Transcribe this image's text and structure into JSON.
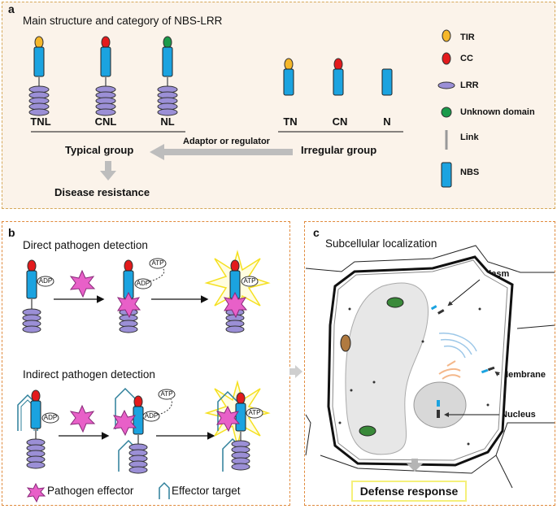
{
  "panel_a": {
    "tag": "a",
    "title": "Main structure and category of NBS-LRR",
    "typical_labels": [
      "TNL",
      "CNL",
      "NL"
    ],
    "irregular_labels": [
      "TN",
      "CN",
      "N"
    ],
    "typical_group": "Typical group",
    "irregular_group": "Irregular group",
    "arrow_label": "Adaptor or regulator",
    "disease_resistance": "Disease resistance",
    "legend": {
      "tir": "TIR",
      "cc": "CC",
      "lrr": "LRR",
      "unknown": "Unknown domain",
      "link": "Link",
      "nbs": "NBS"
    }
  },
  "panel_b": {
    "tag": "b",
    "direct_title": "Direct pathogen detection",
    "indirect_title": "Indirect pathogen detection",
    "adp": "ADP",
    "atp": "ATP",
    "pathogen_effector": "Pathogen effector",
    "effector_target": "Effector target"
  },
  "panel_c": {
    "tag": "c",
    "title": "Subcellular localization",
    "cytoplasm": "Cytoplasm",
    "membrane": "Membrane",
    "nucleus": "Nucleus",
    "defense_response": "Defense response"
  },
  "colors": {
    "tir": "#f5b72a",
    "cc": "#e31a1c",
    "unknown": "#1a9a4a",
    "nbs": "#1ba3e0",
    "lrr": "#9b8fd6",
    "effector": "#e860c8",
    "panel_a_bg": "#fbf3ea",
    "dashed_border": "#e08a3c"
  }
}
